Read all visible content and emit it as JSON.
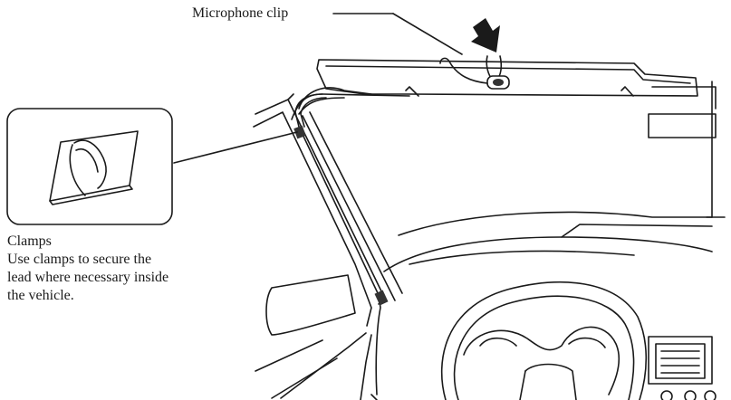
{
  "labels": {
    "microphone_clip": "Microphone clip",
    "clamps_title": "Clamps",
    "clamps_description": [
      "Use clamps to secure the",
      "lead where necessary inside",
      "the vehicle."
    ]
  },
  "colors": {
    "line": "#1a1a1a",
    "background": "#ffffff",
    "shade": "#333333"
  },
  "icons": [
    "down-arrow-icon"
  ]
}
